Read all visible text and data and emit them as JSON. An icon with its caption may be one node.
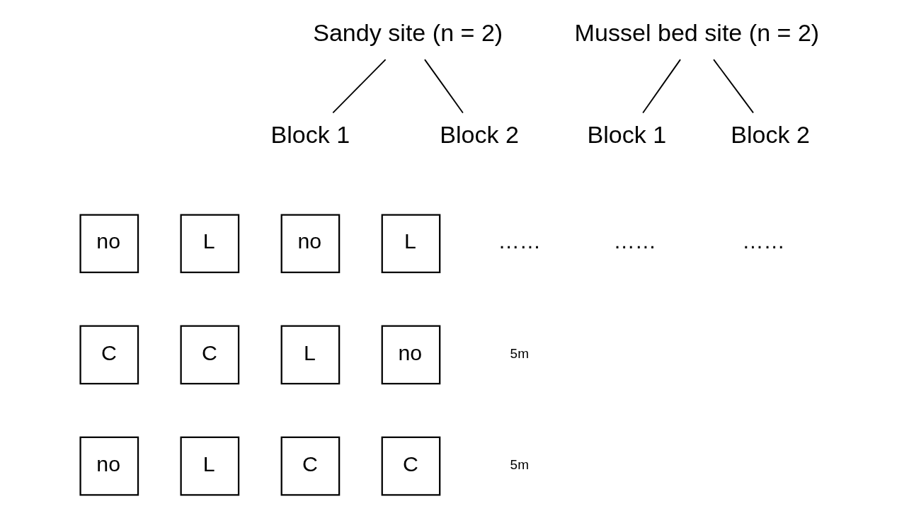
{
  "diagram": {
    "nodes": [
      {
        "text": [
          "Sandy site (n = 2)"
        ]
      },
      {
        "text": [
          "Mussel bed site (n = 2)"
        ]
      },
      {
        "text": [
          "Block 1"
        ]
      },
      {
        "text": [
          "Block 2"
        ]
      },
      {
        "text": [
          "Block 1"
        ]
      },
      {
        "text": [
          "Block 2"
        ]
      },
      {
        "text": [
          "no"
        ]
      },
      {
        "text": [
          "L"
        ]
      },
      {
        "text": [
          "no"
        ]
      },
      {
        "text": [
          "L"
        ]
      },
      {
        "text": [
          "C"
        ]
      },
      {
        "text": [
          "C"
        ]
      },
      {
        "text": [
          "L"
        ]
      },
      {
        "text": [
          "no"
        ]
      },
      {
        "text": [
          "no"
        ]
      },
      {
        "text": [
          "L"
        ]
      },
      {
        "text": [
          "C"
        ]
      },
      {
        "text": [
          "C"
        ]
      }
    ],
    "edges": [
      {
        "from": 0,
        "to": 2,
        "arrow": "none"
      },
      {
        "from": 0,
        "to": 3,
        "arrow": "none"
      },
      {
        "from": 1,
        "to": 4,
        "arrow": "none"
      },
      {
        "from": 1,
        "to": 5,
        "arrow": "none"
      }
    ],
    "labels": [
      "……",
      "……",
      "……",
      "5m",
      "5m"
    ]
  }
}
